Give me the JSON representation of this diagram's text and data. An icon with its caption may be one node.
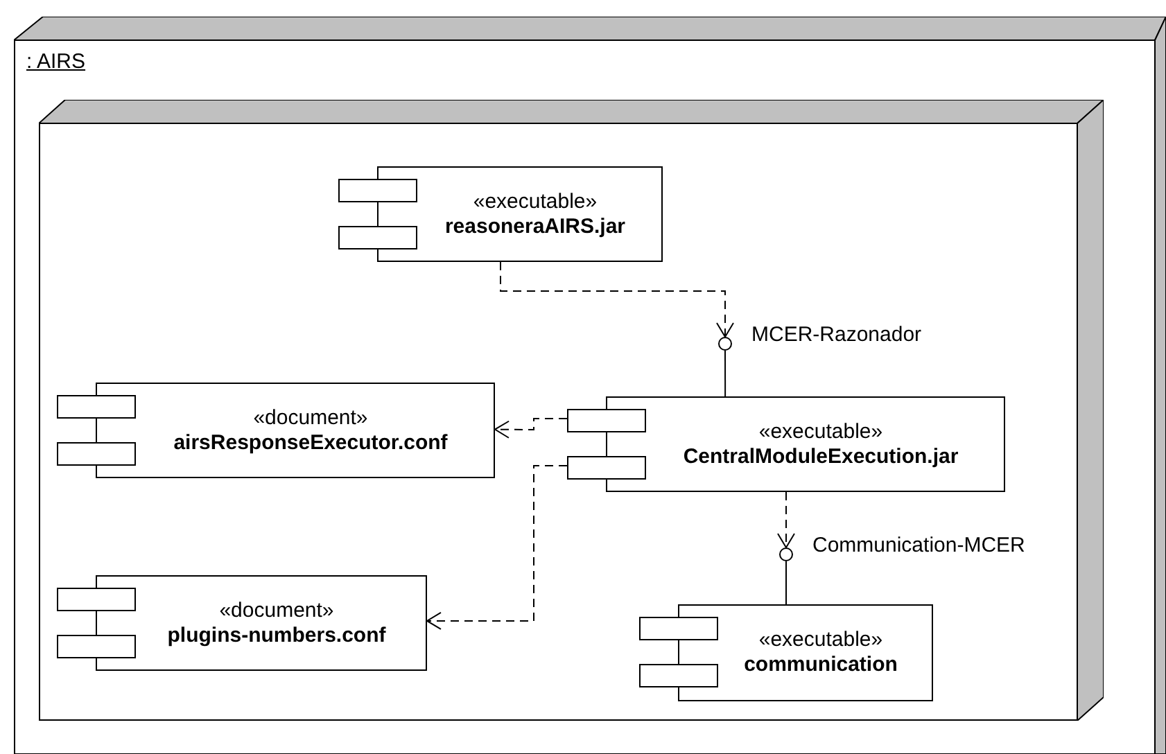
{
  "diagram": {
    "nodes": [
      {
        "text": [
          ": AIRS"
        ]
      },
      {
        "text": [],
        "shape": "box",
        "in": 0
      },
      {
        "text": [
          "«executable»",
          "reasoneraAIRS.jar"
        ],
        "in": 1
      },
      {
        "text": [
          "«document»",
          "airsResponseExecutor.conf"
        ],
        "in": 1
      },
      {
        "text": [
          "«executable»",
          "CentralModuleExecution.jar"
        ],
        "in": 1
      },
      {
        "text": [
          "«document»",
          "plugins-numbers.conf"
        ],
        "in": 1
      },
      {
        "text": [
          "«executable»",
          "communication"
        ],
        "in": 1
      },
      {
        "text": [],
        "shape": "circle",
        "beside": [
          "MCER-Razonador"
        ],
        "in": 1
      },
      {
        "text": [],
        "shape": "circle",
        "beside": [
          "Communication-MCER"
        ],
        "in": 1
      }
    ],
    "edges": [
      {
        "from": 2,
        "to": 7,
        "arrow": "to",
        "style": "dashed"
      },
      {
        "from": 4,
        "to": 7,
        "arrow": "none"
      },
      {
        "from": 4,
        "to": 3,
        "arrow": "to",
        "style": "dashed"
      },
      {
        "from": 4,
        "to": 5,
        "arrow": "to",
        "style": "dashed"
      },
      {
        "from": 4,
        "to": 8,
        "arrow": "to",
        "style": "dashed"
      },
      {
        "from": 6,
        "to": 8,
        "arrow": "none"
      }
    ]
  }
}
